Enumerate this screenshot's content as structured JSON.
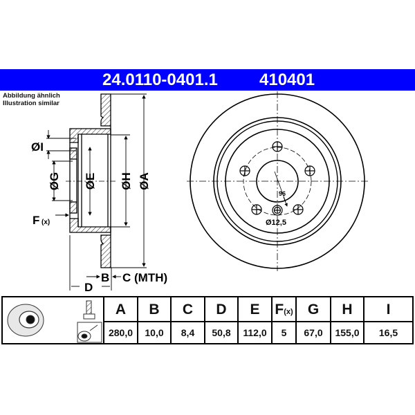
{
  "header": {
    "part_number": "24.0110-0401.1",
    "code": "410401",
    "band_color": "#0000ff"
  },
  "note": {
    "line1": "Abbildung ähnlich",
    "line2": "Illustration similar"
  },
  "side_view": {
    "labels": {
      "I": "ØI",
      "G": "ØG",
      "E": "ØE",
      "H": "ØH",
      "A": "ØA",
      "F": "F",
      "F_sub": "(x)",
      "B": "B",
      "C": "C (MTH)",
      "D": "D"
    }
  },
  "front_view": {
    "pcd_label": "96",
    "hole_label": "Ø12,5",
    "bolt_holes": 5
  },
  "spec_table": {
    "icons": [
      "brake-disc-icon",
      "bolt-icon",
      "hub-contact-icon"
    ],
    "columns": [
      {
        "key": "A",
        "label": "A",
        "value": "280,0"
      },
      {
        "key": "B",
        "label": "B",
        "value": "10,0"
      },
      {
        "key": "C",
        "label": "C",
        "value": "8,4"
      },
      {
        "key": "D",
        "label": "D",
        "value": "50,8"
      },
      {
        "key": "E",
        "label": "E",
        "value": "112,0"
      },
      {
        "key": "F",
        "label": "F",
        "label_sub": "(x)",
        "value": "5"
      },
      {
        "key": "G",
        "label": "G",
        "value": "67,0"
      },
      {
        "key": "H",
        "label": "H",
        "value": "155,0"
      },
      {
        "key": "I",
        "label": "I",
        "value": "16,5"
      }
    ]
  }
}
